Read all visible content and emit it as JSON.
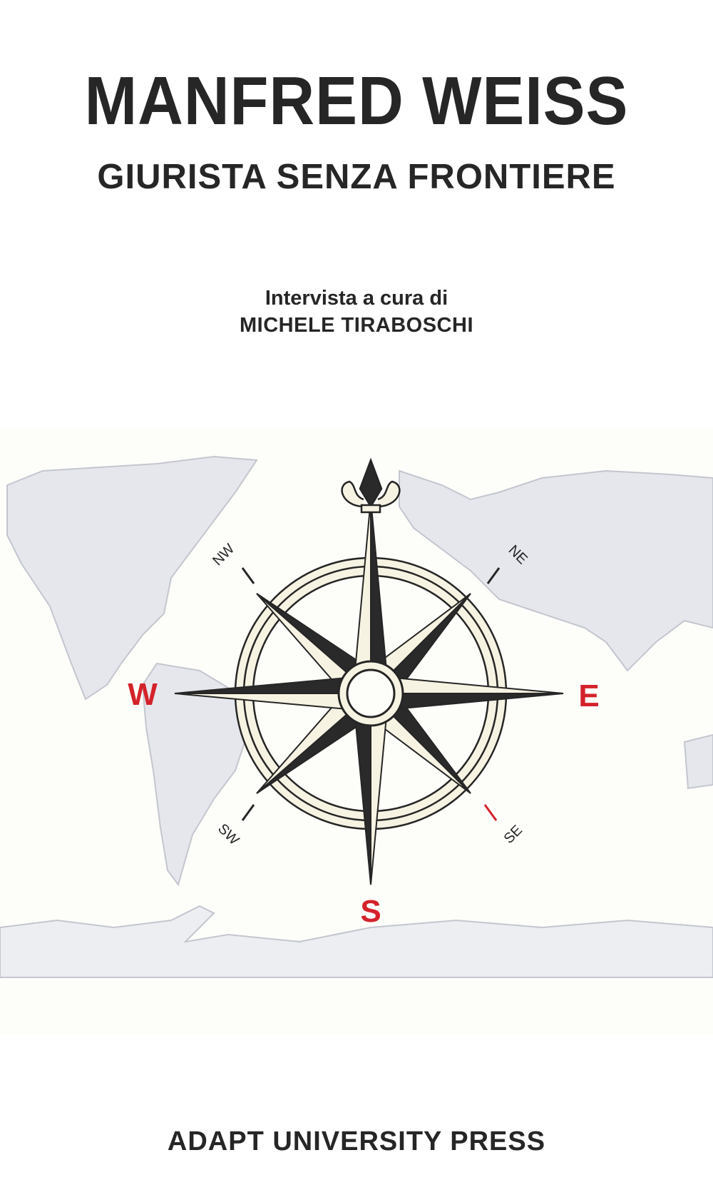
{
  "cover": {
    "author": "MANFRED WEISS",
    "title": "GIURISTA SENZA FRONTIERE",
    "credit_line": "Intervista a cura di",
    "curator": "MICHELE TIRABOSCHI",
    "publisher": "ADAPT UNIVERSITY PRESS"
  },
  "illustration": {
    "description": "Hand-drawn compass rose over a pencil world map",
    "labels": {
      "west": "W",
      "east": "E",
      "south": "S",
      "northwest": "NW",
      "northeast": "NE",
      "southwest": "SW",
      "southeast": "SE"
    },
    "colors": {
      "label_red": "#d4222a",
      "ink": "#262626",
      "map_gray": "#d4d6dc",
      "paper": "#fdfdfa",
      "cream": "#f7f3e2"
    }
  }
}
